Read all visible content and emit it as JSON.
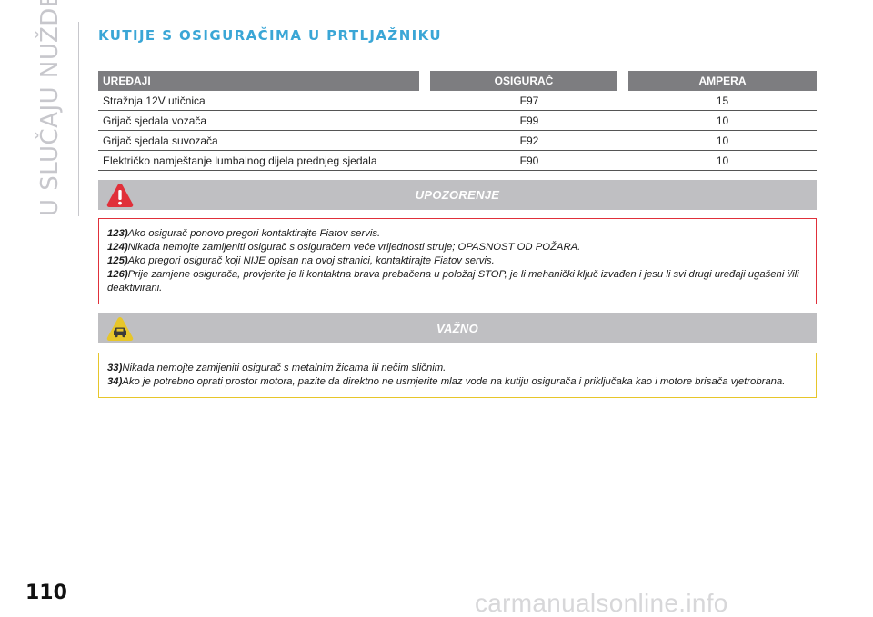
{
  "sidebar": {
    "section_title": "U SLUČAJU NUŽDE"
  },
  "page": {
    "heading": "KUTIJE S OSIGURAČIMA U PRTLJAŽNIKU",
    "number": "110"
  },
  "table": {
    "headers": [
      "UREĐAJI",
      "OSIGURAČ",
      "AMPERA"
    ],
    "rows": [
      [
        "Stražnja 12V utičnica",
        "F97",
        "15"
      ],
      [
        "Grijač sjedala vozača",
        "F99",
        "10"
      ],
      [
        "Grijač sjedala suvozača",
        "F92",
        "10"
      ],
      [
        "Električko namještanje lumbalnog dijela prednjeg sjedala",
        "F90",
        "10"
      ]
    ]
  },
  "warning": {
    "title": "UPOZORENJE",
    "icon": "warning-triangle-icon",
    "color": "#e0303a",
    "notes": [
      {
        "num": "123)",
        "text": "Ako osigurač ponovo pregori kontaktirajte Fiatov servis."
      },
      {
        "num": "124)",
        "text": "Nikada nemojte zamijeniti osigurač s osiguračem veće vrijednosti struje; OPASNOST OD POŽARA."
      },
      {
        "num": "125)",
        "text": "Ako pregori osigurač koji NIJE opisan na ovoj stranici, kontaktirajte Fiatov servis."
      },
      {
        "num": "126)",
        "text": "Prije zamjene osigurača, provjerite je li kontaktna brava prebačena u položaj STOP, je li mehanički ključ izvađen i jesu li svi drugi uređaji ugašeni i/ili deaktivirani."
      }
    ]
  },
  "important": {
    "title": "VAŽNO",
    "icon": "car-caution-icon",
    "color": "#e7c62a",
    "notes": [
      {
        "num": "33)",
        "text": "Nikada nemojte zamijeniti osigurač s metalnim žicama ili nečim sličnim."
      },
      {
        "num": "34)",
        "text": "Ako je potrebno oprati prostor motora, pazite da direktno ne usmjerite mlaz vode na kutiju osigurača i priključaka kao i motore brisača vjetrobrana."
      }
    ]
  },
  "watermark": "carmanualsonline.info"
}
